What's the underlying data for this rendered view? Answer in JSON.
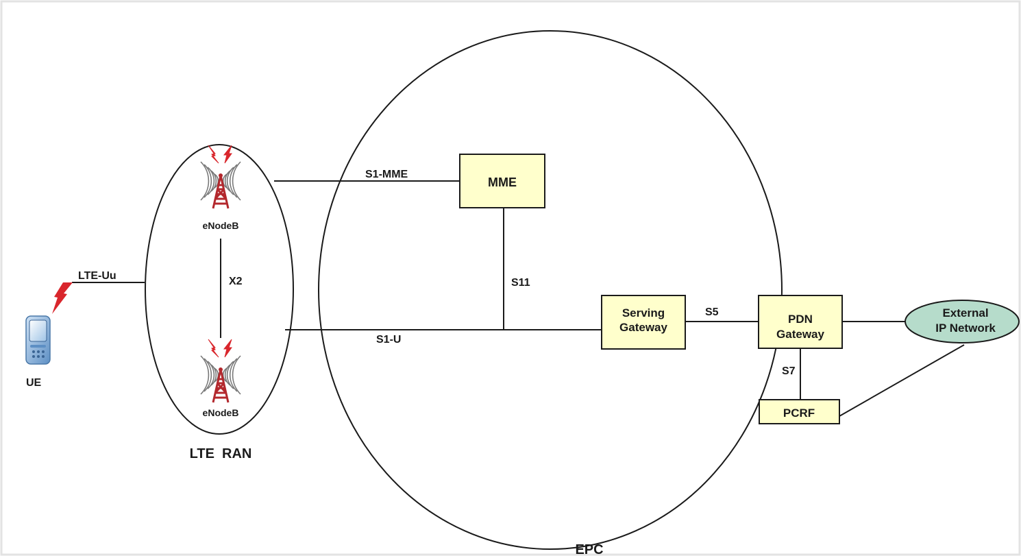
{
  "labels": {
    "ue": "UE",
    "lte_uu": "LTE-Uu",
    "enodeb_top": "eNodeB",
    "enodeb_bottom": "eNodeB",
    "x2": "X2",
    "lte_ran": "LTE  RAN",
    "s1_mme": "S1-MME",
    "s11": "S11",
    "s1_u": "S1-U",
    "s5": "S5",
    "s7": "S7",
    "epc": "EPC"
  },
  "nodes": {
    "mme": "MME",
    "serving_gateway": [
      "Serving",
      "Gateway"
    ],
    "pdn_gateway": [
      "PDN",
      "Gateway"
    ],
    "pcrf": "PCRF",
    "external_ip_network": [
      "External",
      "IP Network"
    ]
  },
  "icons": {
    "ue": "mobile-phone-icon",
    "enodeb": "cell-tower-icon",
    "radio_link": "lightning-icon"
  },
  "colors": {
    "box_fill": "#ffffcc",
    "external_fill": "#b6dccb",
    "signal_red": "#d9262c",
    "tower_red": "#b3282d",
    "phone_blue": "#8fb5dc"
  }
}
